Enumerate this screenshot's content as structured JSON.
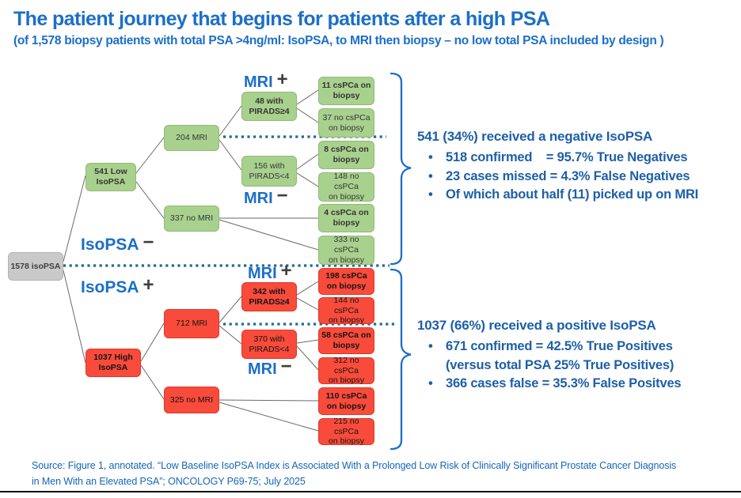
{
  "title": "The patient journey that begins for patients after a high PSA",
  "subtitle": "(of 1,578 biopsy patients with total PSA >4ng/ml: IsoPSA, to MRI then biopsy – no low total PSA included by design )",
  "colors": {
    "accent_blue": "#1b6fc8",
    "annotation_blue": "#1d5fa8",
    "green_node": "#a9d18e",
    "red_node": "#f94b3b",
    "grey_node": "#c9c9c9",
    "dotted_line": "#1e6b94",
    "sign_dark": "#3f3f3f"
  },
  "nodes": {
    "root": "1578 isoPSA",
    "low": "541 Low\nIsoPSA",
    "mri204": "204 MRI",
    "nomri337": "337 no MRI",
    "pirads48": "48 with\nPIRADS≥4",
    "pirads156": "156 with\nPIRADS<4",
    "leaf11": "11 csPCa on\nbiopsy",
    "leaf37": "37 no csPCa\non biopsy",
    "leaf8": "8 csPCa on\nbiopsy",
    "leaf148": "148 no csPCa\non biopsy",
    "leaf4": "4 csPCa on\nbiopsy",
    "leaf333": "333 no csPCa\non biopsy",
    "high": "1037 High\nIsoPSA",
    "mri712": "712 MRI",
    "nomri325": "325 no MRI",
    "pirads342": "342 with\nPIRADS≥4",
    "pirads370": "370 with\nPIRADS<4",
    "leaf198": "198 csPCa\non biopsy",
    "leaf144": "144 no csPCa\non biopsy",
    "leaf58": "58 csPCa on\nbiopsy",
    "leaf312": "312 no csPCa\non biopsy",
    "leaf110": "110 csPCa\non biopsy",
    "leaf215": "215 no csPCa\non biopsy"
  },
  "labels": {
    "mri_top_pos": {
      "text": "MRI",
      "sign": "+"
    },
    "mri_top_neg": {
      "text": "MRI",
      "sign": "−"
    },
    "isopsa_neg": {
      "text": "IsoPSA",
      "sign": "−"
    },
    "isopsa_pos": {
      "text": "IsoPSA",
      "sign": "+"
    },
    "mri_bot_pos": {
      "text": "MRI",
      "sign": "+"
    },
    "mri_bot_neg": {
      "text": "MRI",
      "sign": "−"
    }
  },
  "annotations": {
    "negative": {
      "heading": "541 (34%) received a negative IsoPSA",
      "bullets": [
        "518 confirmed    = 95.7% True Negatives",
        "23 cases missed = 4.3% False Negatives",
        "Of which about half (11) picked up on MRI"
      ]
    },
    "positive": {
      "heading": "1037 (66%) received a positive IsoPSA",
      "bullets": [
        "671 confirmed = 42.5% True Positives\n(versus total PSA 25% True Positives)",
        "366 cases false = 35.3% False Positves"
      ]
    }
  },
  "source": "Source: Figure 1, annotated. “Low Baseline IsoPSA Index is Associated With a Prolonged Low Risk of Clinically Significant Prostate Cancer Diagnosis\nin Men With an Elevated PSA”; ONCOLOGY P69-75; July 2025"
}
